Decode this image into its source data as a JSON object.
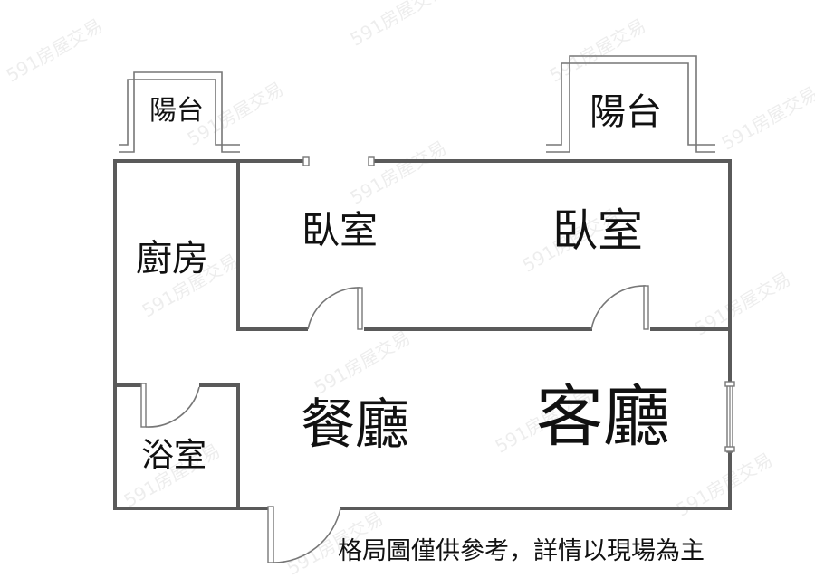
{
  "rooms": {
    "balcony_left": "陽台",
    "balcony_right": "陽台",
    "bedroom_1": "臥室",
    "bedroom_2": "臥室",
    "kitchen": "廚房",
    "bathroom": "浴室",
    "dining": "餐廳",
    "living": "客廳"
  },
  "note": "格局圖僅供參考，詳情以現場為主",
  "watermark": "591房屋交易"
}
